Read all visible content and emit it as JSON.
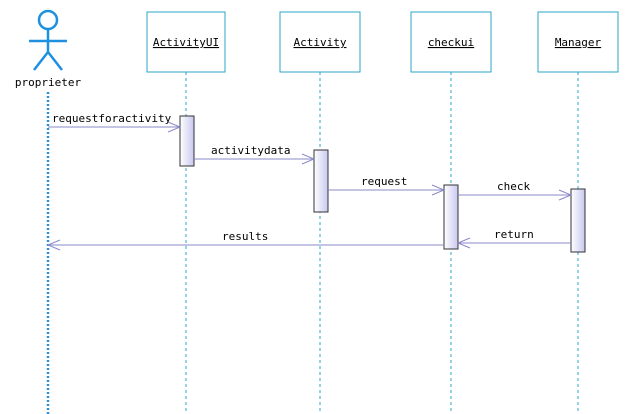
{
  "actor": {
    "name": "proprieter"
  },
  "lifelines": [
    {
      "id": "activityui",
      "label": "ActivityUI"
    },
    {
      "id": "activity",
      "label": "Activity"
    },
    {
      "id": "checkui",
      "label": "checkui"
    },
    {
      "id": "manager",
      "label": "Manager"
    }
  ],
  "messages": [
    {
      "label": "requestforactivity",
      "from": "proprieter",
      "to": "ActivityUI",
      "kind": "call"
    },
    {
      "label": "activitydata",
      "from": "ActivityUI",
      "to": "Activity",
      "kind": "call"
    },
    {
      "label": "request",
      "from": "Activity",
      "to": "checkui",
      "kind": "call"
    },
    {
      "label": "check",
      "from": "checkui",
      "to": "Manager",
      "kind": "call"
    },
    {
      "label": "return",
      "from": "Manager",
      "to": "checkui",
      "kind": "return"
    },
    {
      "label": "results",
      "from": "checkui",
      "to": "proprieter",
      "kind": "return"
    }
  ],
  "colors": {
    "lifeline": "#2aa6c8",
    "actor": "#1e90e0",
    "message": "#8a8ac8",
    "activation_top": "#ffffff",
    "activation_bottom": "#c8c8f0"
  }
}
